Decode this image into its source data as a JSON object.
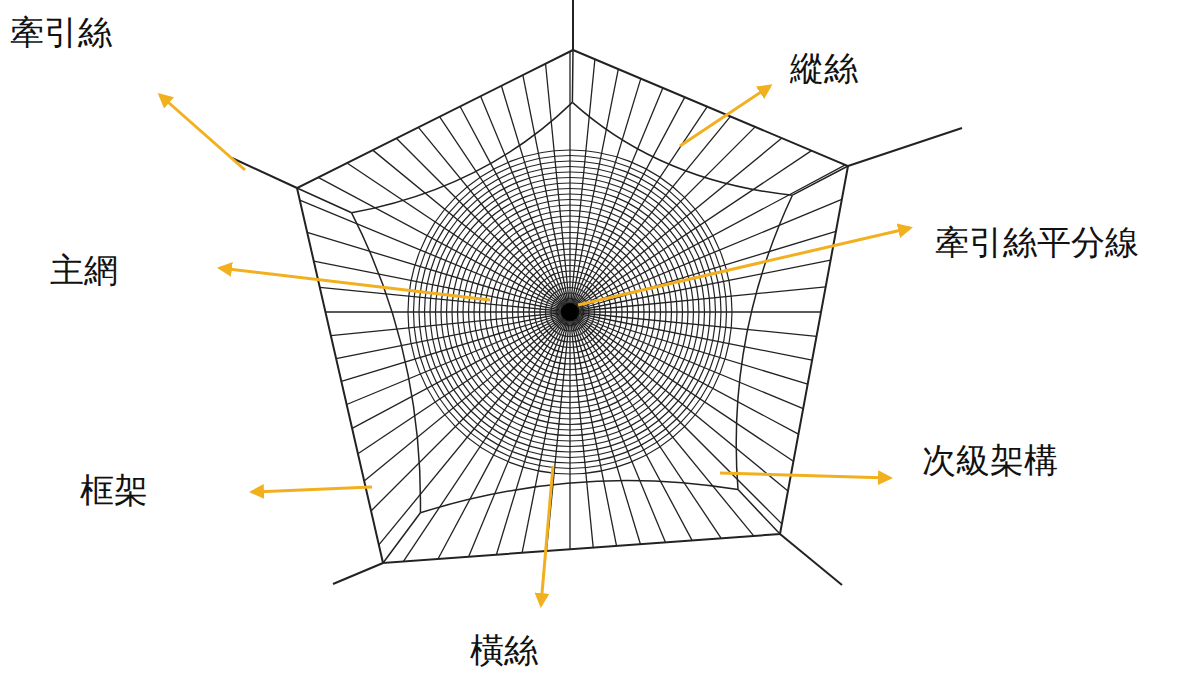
{
  "diagram": {
    "labels": [
      "牽引絲",
      "縱絲",
      "牽引絲平分線",
      "主網",
      "框架",
      "次級架構",
      "橫絲"
    ]
  }
}
